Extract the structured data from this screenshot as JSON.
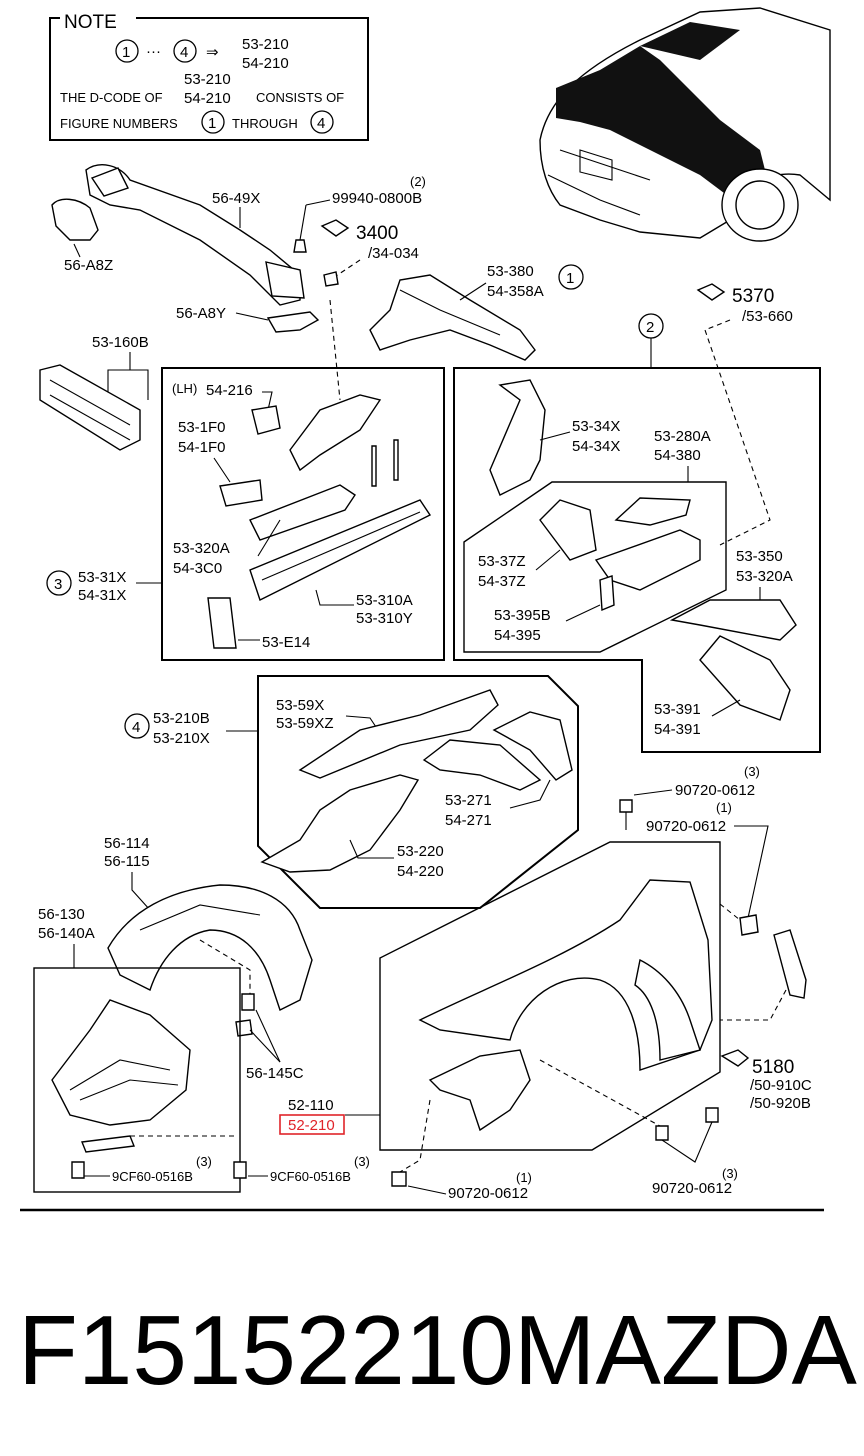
{
  "note": {
    "title": "NOTE",
    "range_from": "1",
    "range_to": "4",
    "ellipsis": "···",
    "arrow": "⇒",
    "codes_top": "53-210",
    "codes_bottom": "54-210",
    "dcode_top": "53-210",
    "line1_pre": "THE D-CODE OF",
    "line1_code": "54-210",
    "line1_post": "CONSISTS OF",
    "line2_pre": "FIGURE NUMBERS",
    "line2_mid": "THROUGH",
    "fig_from": "1",
    "fig_to": "4"
  },
  "labels": {
    "p56_49x": "56-49X",
    "p99940_qty": "(2)",
    "p99940": "99940-0800B",
    "ref3400": "3400",
    "ref3400_sub": "/34-034",
    "p56_a8z": "56-A8Z",
    "p56_a8y": "56-A8Y",
    "p53_380": "53-380",
    "p54_358a": "54-358A",
    "fig1": "1",
    "ref5370": "5370",
    "ref5370_sub": "/53-660",
    "fig2": "2",
    "p53_160b": "53-160B",
    "lh": "(LH)",
    "p54_216": "54-216",
    "p53_1f0": "53-1F0",
    "p54_1f0": "54-1F0",
    "p53_320a": "53-320A",
    "p54_3c0": "54-3C0",
    "fig3": "3",
    "p53_31x": "53-31X",
    "p54_31x": "54-31X",
    "p53_310a": "53-310A",
    "p53_310y": "53-310Y",
    "p53_e14": "53-E14",
    "p53_34x": "53-34X",
    "p54_34x": "54-34X",
    "p53_280a": "53-280A",
    "p54_380": "54-380",
    "p53_37z": "53-37Z",
    "p54_37z": "54-37Z",
    "p53_350": "53-350",
    "p53_320a_b": "53-320A",
    "p53_395b": "53-395B",
    "p54_395": "54-395",
    "p53_391": "53-391",
    "p54_391": "54-391",
    "fig4": "4",
    "p53_210b": "53-210B",
    "p53_210x": "53-210X",
    "p53_59x": "53-59X",
    "p53_59xz": "53-59XZ",
    "p53_271": "53-271",
    "p54_271": "54-271",
    "p53_220": "53-220",
    "p54_220": "54-220",
    "b90720_qty_a": "(3)",
    "b90720_a": "90720-0612",
    "b90720_qty_b": "(1)",
    "b90720_b": "90720-0612",
    "p56_114": "56-114",
    "p56_115": "56-115",
    "p56_130": "56-130",
    "p56_140a": "56-140A",
    "p56_145c": "56-145C",
    "ref5180": "5180",
    "ref5180_sub1": "/50-910C",
    "ref5180_sub2": "/50-920B",
    "p52_110": "52-110",
    "p52_210": "52-210",
    "b9cf60_qty_a": "(3)",
    "b9cf60_a": "9CF60-0516B",
    "b9cf60_qty_b": "(3)",
    "b9cf60_b": "9CF60-0516B",
    "b90720_qty_c": "(1)",
    "b90720_c": "90720-0612",
    "b90720_qty_d": "(3)",
    "b90720_d": "90720-0612"
  },
  "caption": {
    "part_number": "F15152210",
    "brand": "MAZDA"
  },
  "colors": {
    "highlight": "#e0242a",
    "ink": "#000000"
  }
}
